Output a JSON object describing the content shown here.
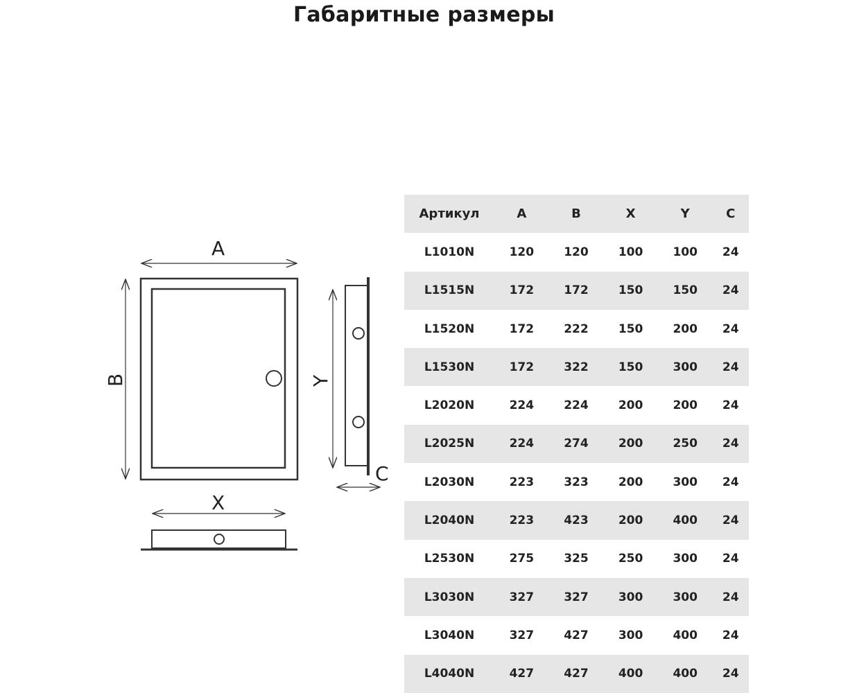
{
  "title": "Габаритные размеры",
  "drawing": {
    "labels": {
      "a": "A",
      "b": "B",
      "x": "X",
      "y": "Y",
      "c": "C"
    }
  },
  "table": {
    "headers": [
      "Артикул",
      "A",
      "B",
      "X",
      "Y",
      "C"
    ],
    "rows": [
      [
        "L1010N",
        "120",
        "120",
        "100",
        "100",
        "24"
      ],
      [
        "L1515N",
        "172",
        "172",
        "150",
        "150",
        "24"
      ],
      [
        "L1520N",
        "172",
        "222",
        "150",
        "200",
        "24"
      ],
      [
        "L1530N",
        "172",
        "322",
        "150",
        "300",
        "24"
      ],
      [
        "L2020N",
        "224",
        "224",
        "200",
        "200",
        "24"
      ],
      [
        "L2025N",
        "224",
        "274",
        "200",
        "250",
        "24"
      ],
      [
        "L2030N",
        "223",
        "323",
        "200",
        "300",
        "24"
      ],
      [
        "L2040N",
        "223",
        "423",
        "200",
        "400",
        "24"
      ],
      [
        "L2530N",
        "275",
        "325",
        "250",
        "300",
        "24"
      ],
      [
        "L3030N",
        "327",
        "327",
        "300",
        "300",
        "24"
      ],
      [
        "L3040N",
        "327",
        "427",
        "300",
        "400",
        "24"
      ],
      [
        "L4040N",
        "427",
        "427",
        "400",
        "400",
        "24"
      ]
    ]
  }
}
